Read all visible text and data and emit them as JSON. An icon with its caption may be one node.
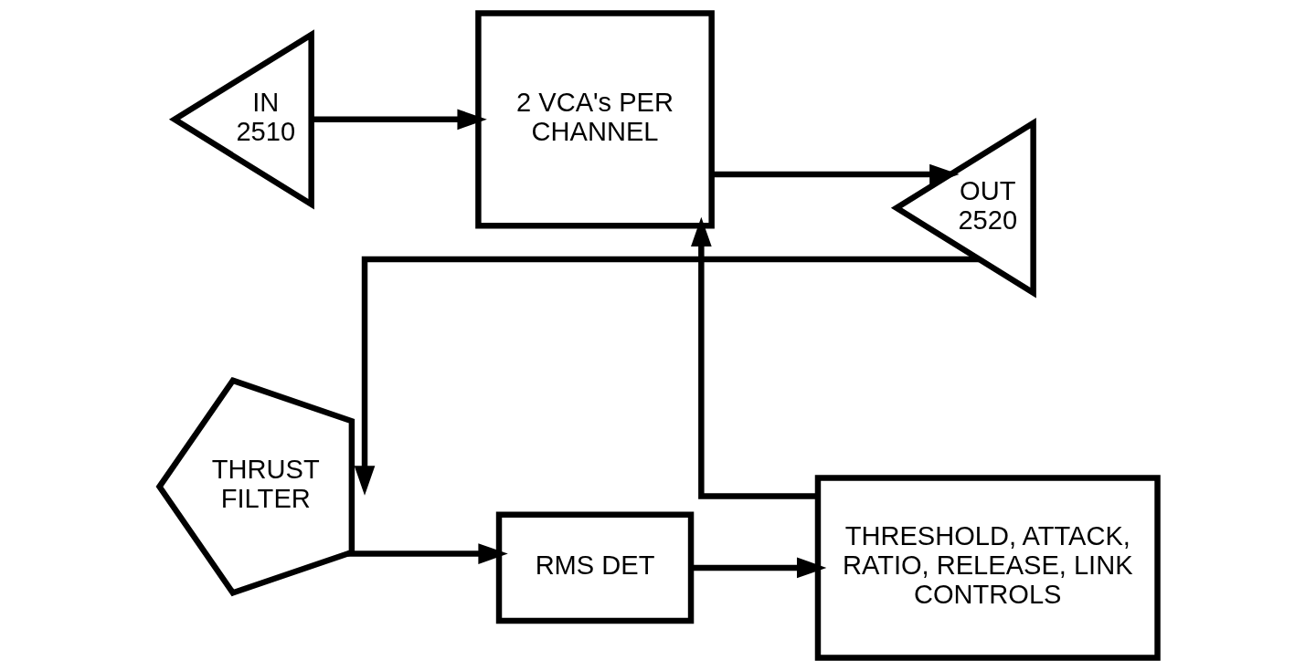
{
  "diagram": {
    "nodes": [
      {
        "text": [
          "IN",
          "2510"
        ]
      },
      {
        "text": [
          "2 VCA's PER CHANNEL"
        ]
      },
      {
        "text": [
          "OUT",
          "2520"
        ]
      },
      {
        "text": [
          "THRUST FILTER"
        ]
      },
      {
        "text": [
          "RMS DET"
        ]
      },
      {
        "text": [
          "THRESHOLD, ATTACK, RATIO, RELEASE, LINK CONTROLS"
        ]
      }
    ],
    "edges": [
      {
        "from": 0,
        "to": 1,
        "arrow": "to"
      },
      {
        "from": 1,
        "to": 2,
        "arrow": "to"
      },
      {
        "from": 2,
        "to": 3,
        "arrow": "to"
      },
      {
        "from": 3,
        "to": 4,
        "arrow": "to"
      },
      {
        "from": 4,
        "to": 5,
        "arrow": "to"
      },
      {
        "from": 5,
        "to": 1,
        "arrow": "to"
      }
    ]
  }
}
